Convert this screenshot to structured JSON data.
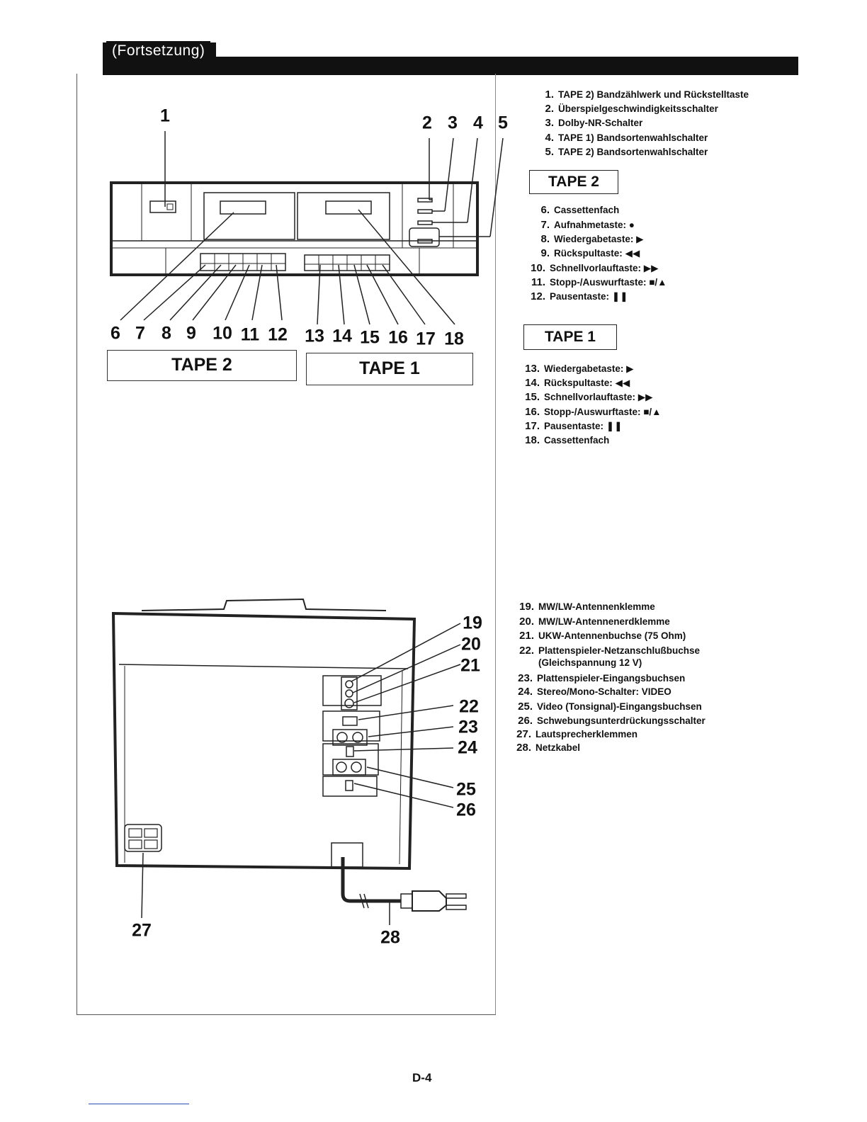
{
  "header": {
    "title": "(Fortsetzung)"
  },
  "front_panel": {
    "callouts_top": [
      "1",
      "2",
      "3",
      "4",
      "5"
    ],
    "callouts_bottom": [
      "6",
      "7",
      "8",
      "9",
      "10",
      "11",
      "12",
      "13",
      "14",
      "15",
      "16",
      "17",
      "18"
    ],
    "tape_labels": [
      "TAPE 2",
      "TAPE 1"
    ]
  },
  "rear_panel": {
    "callouts": [
      "19",
      "20",
      "21",
      "22",
      "23",
      "24",
      "25",
      "26",
      "27",
      "28"
    ]
  },
  "legend_top": [
    {
      "num": "1.",
      "text": "TAPE 2) Bandzählwerk und Rückstelltaste"
    },
    {
      "num": "2.",
      "text": "Überspielgeschwindigkeitsschalter"
    },
    {
      "num": "3.",
      "text": "Dolby-NR-Schalter"
    },
    {
      "num": "4.",
      "text": "TAPE 1) Bandsortenwahlschalter"
    },
    {
      "num": "5.",
      "text": "TAPE 2) Bandsortenwahlschalter"
    }
  ],
  "legend_tape2_title": "TAPE 2",
  "legend_tape2": [
    {
      "num": "6.",
      "text": "Cassettenfach"
    },
    {
      "num": "7.",
      "text": "Aufnahmetaste: ●"
    },
    {
      "num": "8.",
      "text": "Wiedergabetaste: ▶"
    },
    {
      "num": "9.",
      "text": "Rückspultaste: ◀◀"
    },
    {
      "num": "10.",
      "text": "Schnellvorlauftaste: ▶▶"
    },
    {
      "num": "11.",
      "text": "Stopp-/Auswurftaste: ■/▲"
    },
    {
      "num": "12.",
      "text": "Pausentaste: ❚❚"
    }
  ],
  "legend_tape1_title": "TAPE 1",
  "legend_tape1": [
    {
      "num": "13.",
      "text": "Wiedergabetaste: ▶"
    },
    {
      "num": "14.",
      "text": "Rückspultaste: ◀◀"
    },
    {
      "num": "15.",
      "text": "Schnellvorlauftaste: ▶▶"
    },
    {
      "num": "16.",
      "text": "Stopp-/Auswurftaste: ■/▲"
    },
    {
      "num": "17.",
      "text": "Pausentaste: ❚❚"
    },
    {
      "num": "18.",
      "text": "Cassettenfach"
    }
  ],
  "legend_rear": [
    {
      "num": "19.",
      "text": "MW/LW-Antennenklemme"
    },
    {
      "num": "20.",
      "text": "MW/LW-Antennenerdklemme"
    },
    {
      "num": "21.",
      "text": "UKW-Antennenbuchse (75 Ohm)"
    },
    {
      "num": "22.",
      "text": "Plattenspieler-Netzanschlußbuchse",
      "cont": "(Gleichspannung 12 V)"
    },
    {
      "num": "23.",
      "text": "Plattenspieler-Eingangsbuchsen"
    },
    {
      "num": "24.",
      "text": "Stereo/Mono-Schalter: VIDEO"
    },
    {
      "num": "25.",
      "text": "Video (Tonsignal)-Eingangsbuchsen"
    },
    {
      "num": "26.",
      "text": "Schwebungsunterdrückungsschalter"
    },
    {
      "num": "27.",
      "text": "Lautsprecherklemmen"
    },
    {
      "num": "28.",
      "text": "Netzkabel"
    }
  ],
  "page_number": "D-4"
}
